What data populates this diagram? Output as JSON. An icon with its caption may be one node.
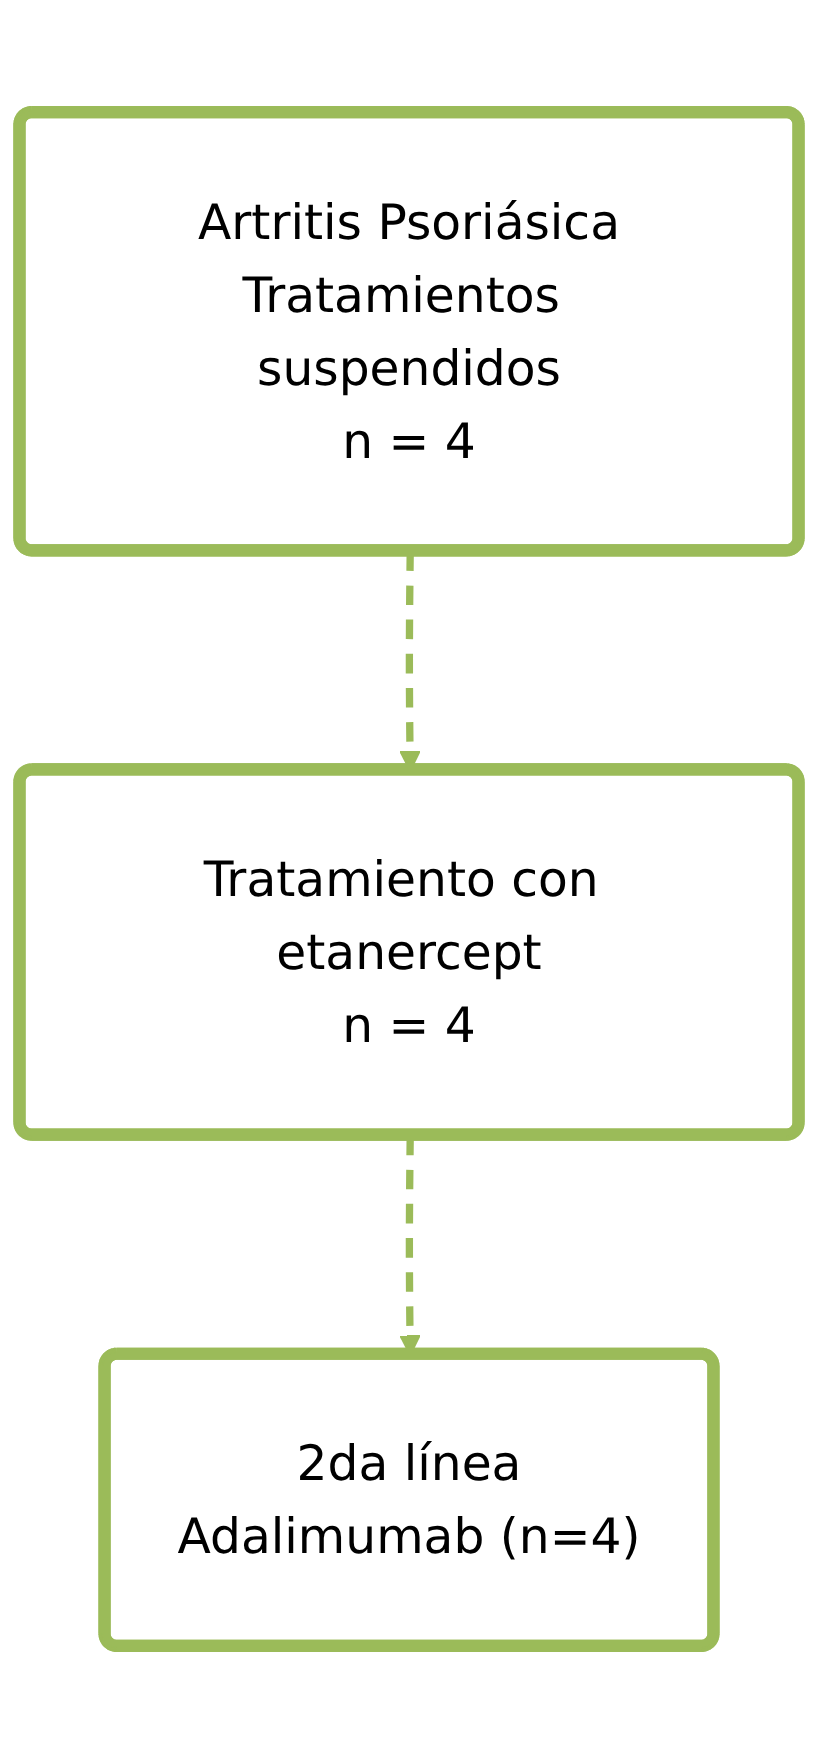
{
  "diagram": {
    "nodes": [
      {
        "text": [
          "Artritis Psoriásica",
          "Tratamientos suspendidos",
          "n = 4"
        ]
      },
      {
        "text": [
          "Tratamiento con etanercept",
          "n = 4"
        ]
      },
      {
        "text": [
          "2da línea",
          "Adalimumab (n=4)"
        ]
      }
    ],
    "edges": [
      {
        "from": 0,
        "to": 1,
        "arrow": "to",
        "style": "dashed"
      },
      {
        "from": 1,
        "to": 2,
        "arrow": "to",
        "style": "dashed"
      }
    ]
  }
}
